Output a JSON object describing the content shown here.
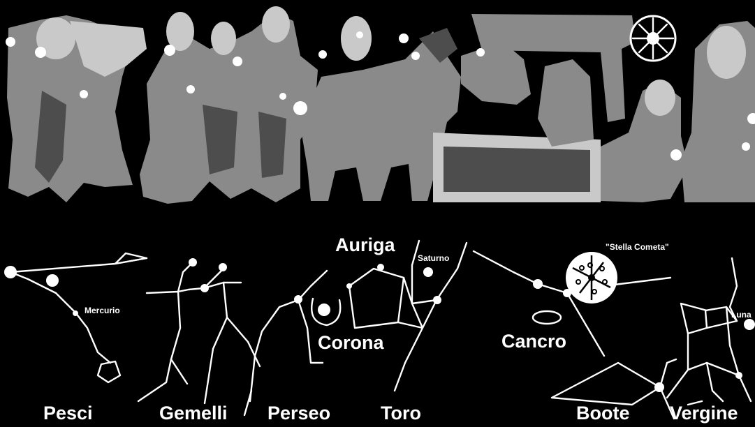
{
  "labels": {
    "auriga": "Auriga",
    "saturno": "Saturno",
    "stella_cometa": "\"Stella Cometa\"",
    "mercurio": "Mercurio",
    "luna": "Luna",
    "corona": "Corona",
    "cancro": "Cancro",
    "pesci": "Pesci",
    "gemelli": "Gemelli",
    "perseo": "Perseo",
    "toro": "Toro",
    "boote": "Boote",
    "vergine": "Vergine"
  }
}
